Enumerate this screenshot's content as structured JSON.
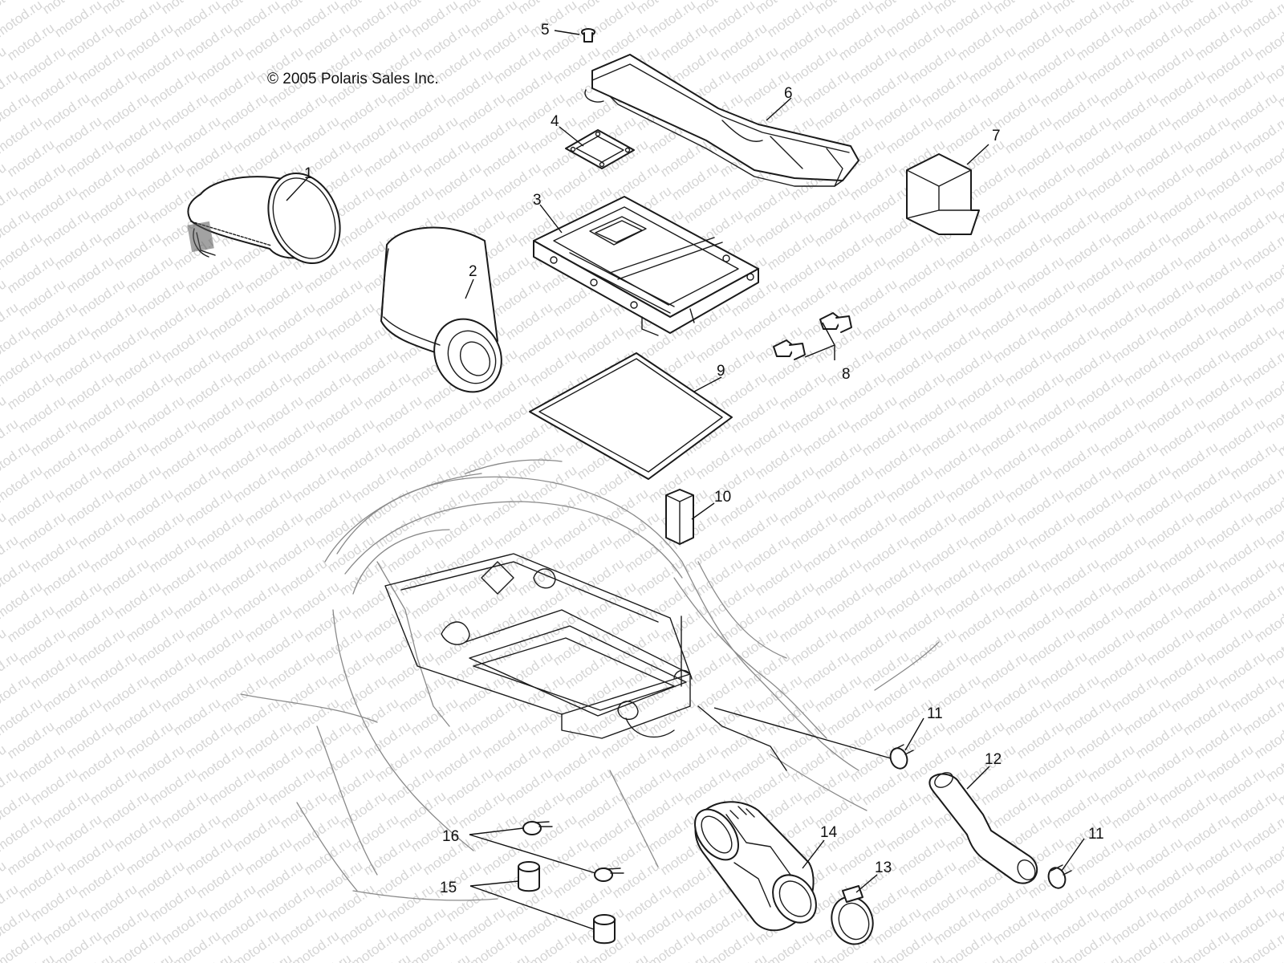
{
  "copyright": "© 2005 Polaris Sales Inc.",
  "watermark": "motod.ru",
  "callouts": {
    "c1": "1",
    "c2": "2",
    "c3": "3",
    "c4": "4",
    "c5": "5",
    "c6": "6",
    "c7": "7",
    "c8": "8",
    "c9": "9",
    "c10": "10",
    "c11a": "11",
    "c11b": "11",
    "c12": "12",
    "c13": "13",
    "c14": "14",
    "c15": "15",
    "c16": "16"
  }
}
